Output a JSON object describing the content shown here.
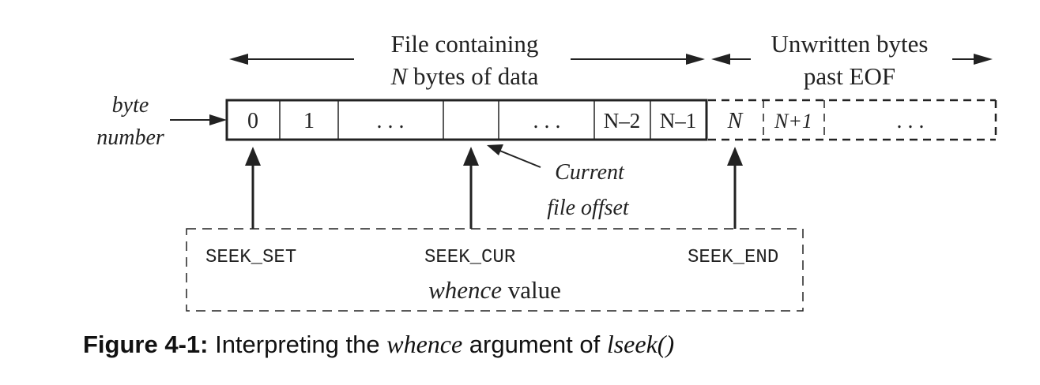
{
  "header": {
    "file_line1": "File containing",
    "file_line2_italic": "N",
    "file_line2_rest": " bytes of data",
    "unwritten_line1": "Unwritten bytes",
    "unwritten_line2": "past EOF"
  },
  "byte_number_label": {
    "line1": "byte",
    "line2": "number"
  },
  "cells": {
    "file": [
      "0",
      "1",
      ". . .",
      "",
      ". . .",
      "N–2",
      "N–1"
    ],
    "past_eof": [
      "N",
      "N+1",
      ". . ."
    ]
  },
  "current_offset": {
    "line1": "Current",
    "line2": "file offset"
  },
  "whence": {
    "seek_set": "SEEK_SET",
    "seek_cur": "SEEK_CUR",
    "seek_end": "SEEK_END",
    "label_italic": "whence",
    "label_rest": " value"
  },
  "caption": {
    "label": "Figure 4-1:",
    "text_before": " Interpreting the ",
    "italic_word": "whence",
    "text_middle": " argument of ",
    "function_name": "lseek()"
  }
}
